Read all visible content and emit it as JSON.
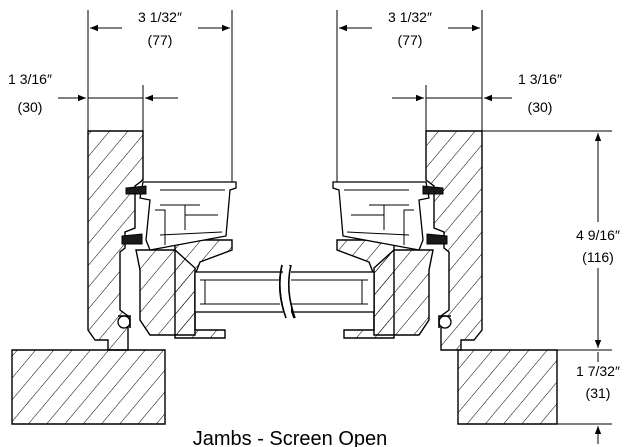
{
  "dimensions": {
    "left_width_in": "3 1/32″",
    "left_width_mm": "(77)",
    "right_width_in": "3 1/32″",
    "right_width_mm": "(77)",
    "left_offset_in": "1 3/16″",
    "left_offset_mm": "(30)",
    "right_offset_in": "1 3/16″",
    "right_offset_mm": "(30)",
    "height_in": "4 9/16″",
    "height_mm": "(116)",
    "sill_in": "1 7/32″",
    "sill_mm": "(31)"
  },
  "caption": "Jambs - Screen Open"
}
